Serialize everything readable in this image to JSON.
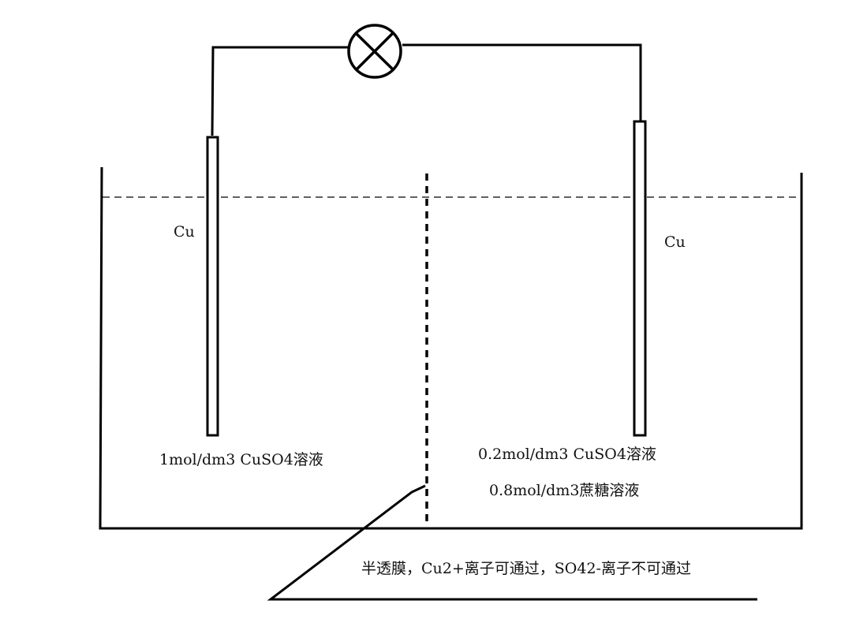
{
  "diagram": {
    "left_electrode_label": "Cu",
    "right_electrode_label": "Cu",
    "left_solution_label": "1mol/dm3 CuSO4溶液",
    "right_solution_line1": "0.2mol/dm3 CuSO4溶液",
    "right_solution_line2": "0.8mol/dm3蔗糖溶液",
    "membrane_label": "半透膜，Cu2+离子可通过，SO42-离子不可通过"
  }
}
